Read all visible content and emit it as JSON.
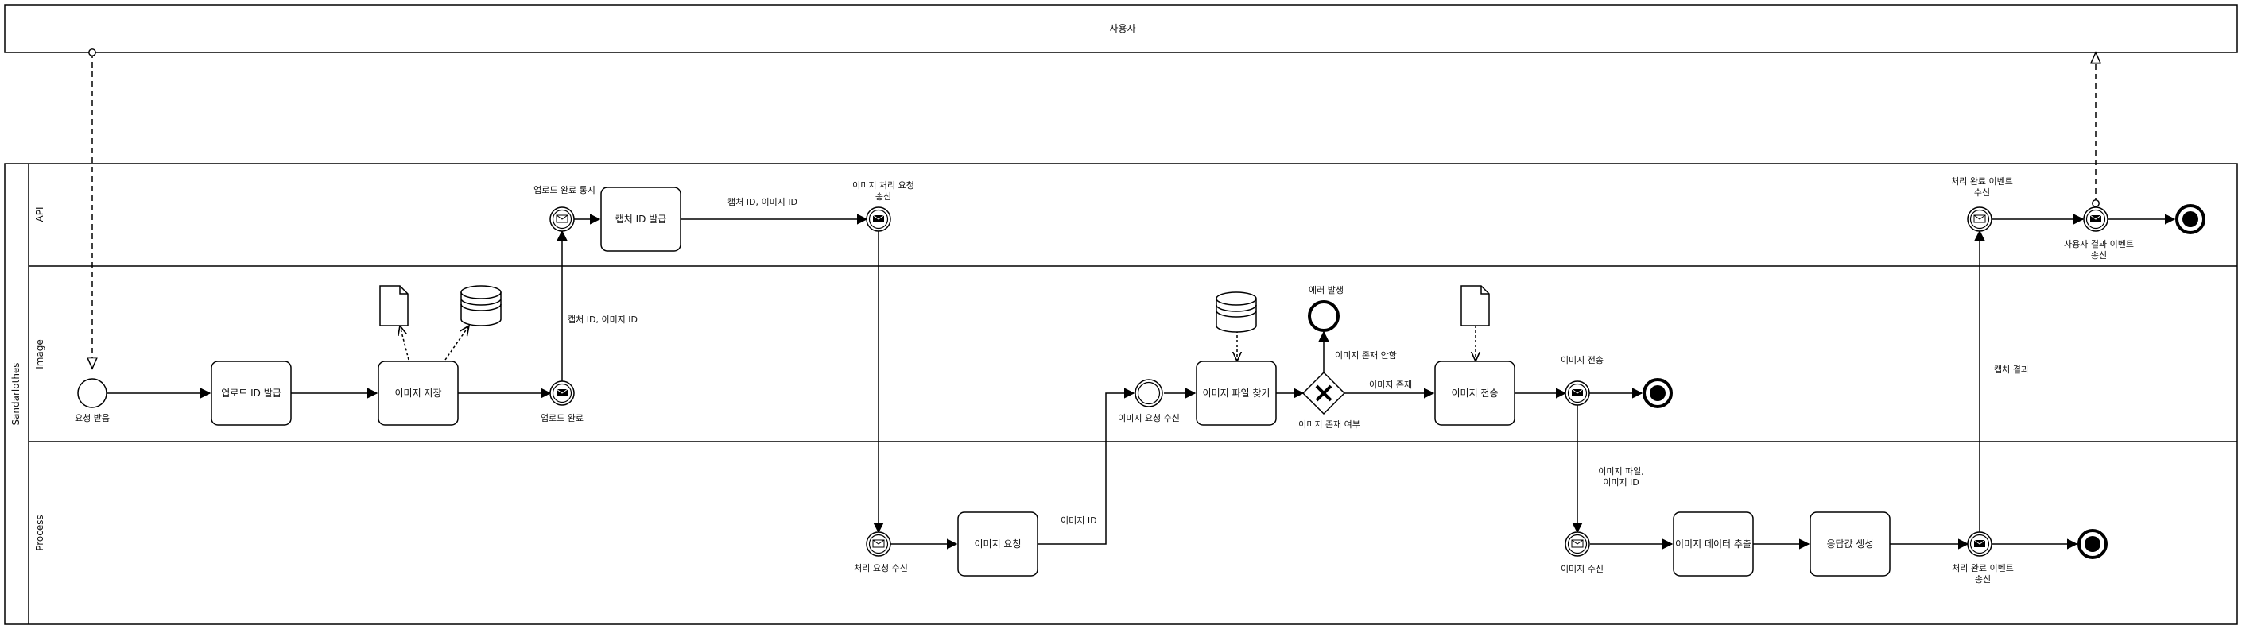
{
  "colors": {
    "stroke": "#000000",
    "background": "#ffffff",
    "text": "#111111"
  },
  "pools": {
    "user": {
      "label": "사용자"
    },
    "main": {
      "label": "Sandarlothes"
    }
  },
  "lanes": {
    "api": "API",
    "image": "Image",
    "process": "Process"
  },
  "tasks": {
    "upload_id_issue": "업로드 ID 발급",
    "image_save": "이미지 저장",
    "capture_id_issue": "캡처 ID 발급",
    "find_image_file": "이미지 파일 찾기",
    "image_transfer": "이미지 전송",
    "image_request": "이미지 요청",
    "extract_image_data": "이미지 데이터 추출",
    "create_response": "응답값 생성"
  },
  "events": {
    "request_received": "요청 받음",
    "upload_complete": "업로드 완료",
    "upload_complete_notice": "업로드 완료 통지",
    "image_process_request_send": [
      "이미지 처리 요청",
      "송신"
    ],
    "process_request_receive": "처리 요청 수신",
    "image_request_receive": "이미지 요청 수신",
    "error_occurred": "에러 발생",
    "image_send": "이미지 전송",
    "image_receive": "이미지 수신",
    "process_done_event_send": [
      "처리 완료 이벤트",
      "송신"
    ],
    "process_done_event_receive": [
      "처리 완료 이벤트",
      "수신"
    ],
    "user_result_event_send": [
      "사용자 결과 이벤트",
      "송신"
    ]
  },
  "gateways": {
    "image_exists_check": "이미지 존재 여부"
  },
  "flows": {
    "capture_image_id_1": "캡처 ID, 이미지 ID",
    "capture_image_id_2": "캡처 ID, 이미지 ID",
    "image_id": "이미지 ID",
    "image_not_exists": "이미지 존재 안함",
    "image_exists": "이미지 존재",
    "image_file_image_id": [
      "이미지 파일,",
      "이미지 ID"
    ],
    "capture_result": "캡처 결과"
  },
  "icons": {
    "document": "document-icon",
    "database": "database-icon",
    "envelope": "envelope-icon"
  }
}
